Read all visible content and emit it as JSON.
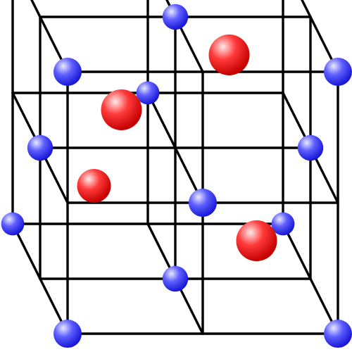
{
  "diagram": {
    "kind": "crystal-lattice-cube",
    "labels": [],
    "colors": {
      "background": "#ffffff",
      "edge": "#000000",
      "blue_atom_light": "#eaeaff",
      "blue_atom_mid": "#5f5fff",
      "blue_atom_dark": "#1818d8",
      "red_atom_light": "#ffeaea",
      "red_atom_mid": "#ff3a3a",
      "red_atom_dark": "#c40000"
    },
    "atom_types": [
      "blue-atom",
      "red-atom"
    ]
  }
}
